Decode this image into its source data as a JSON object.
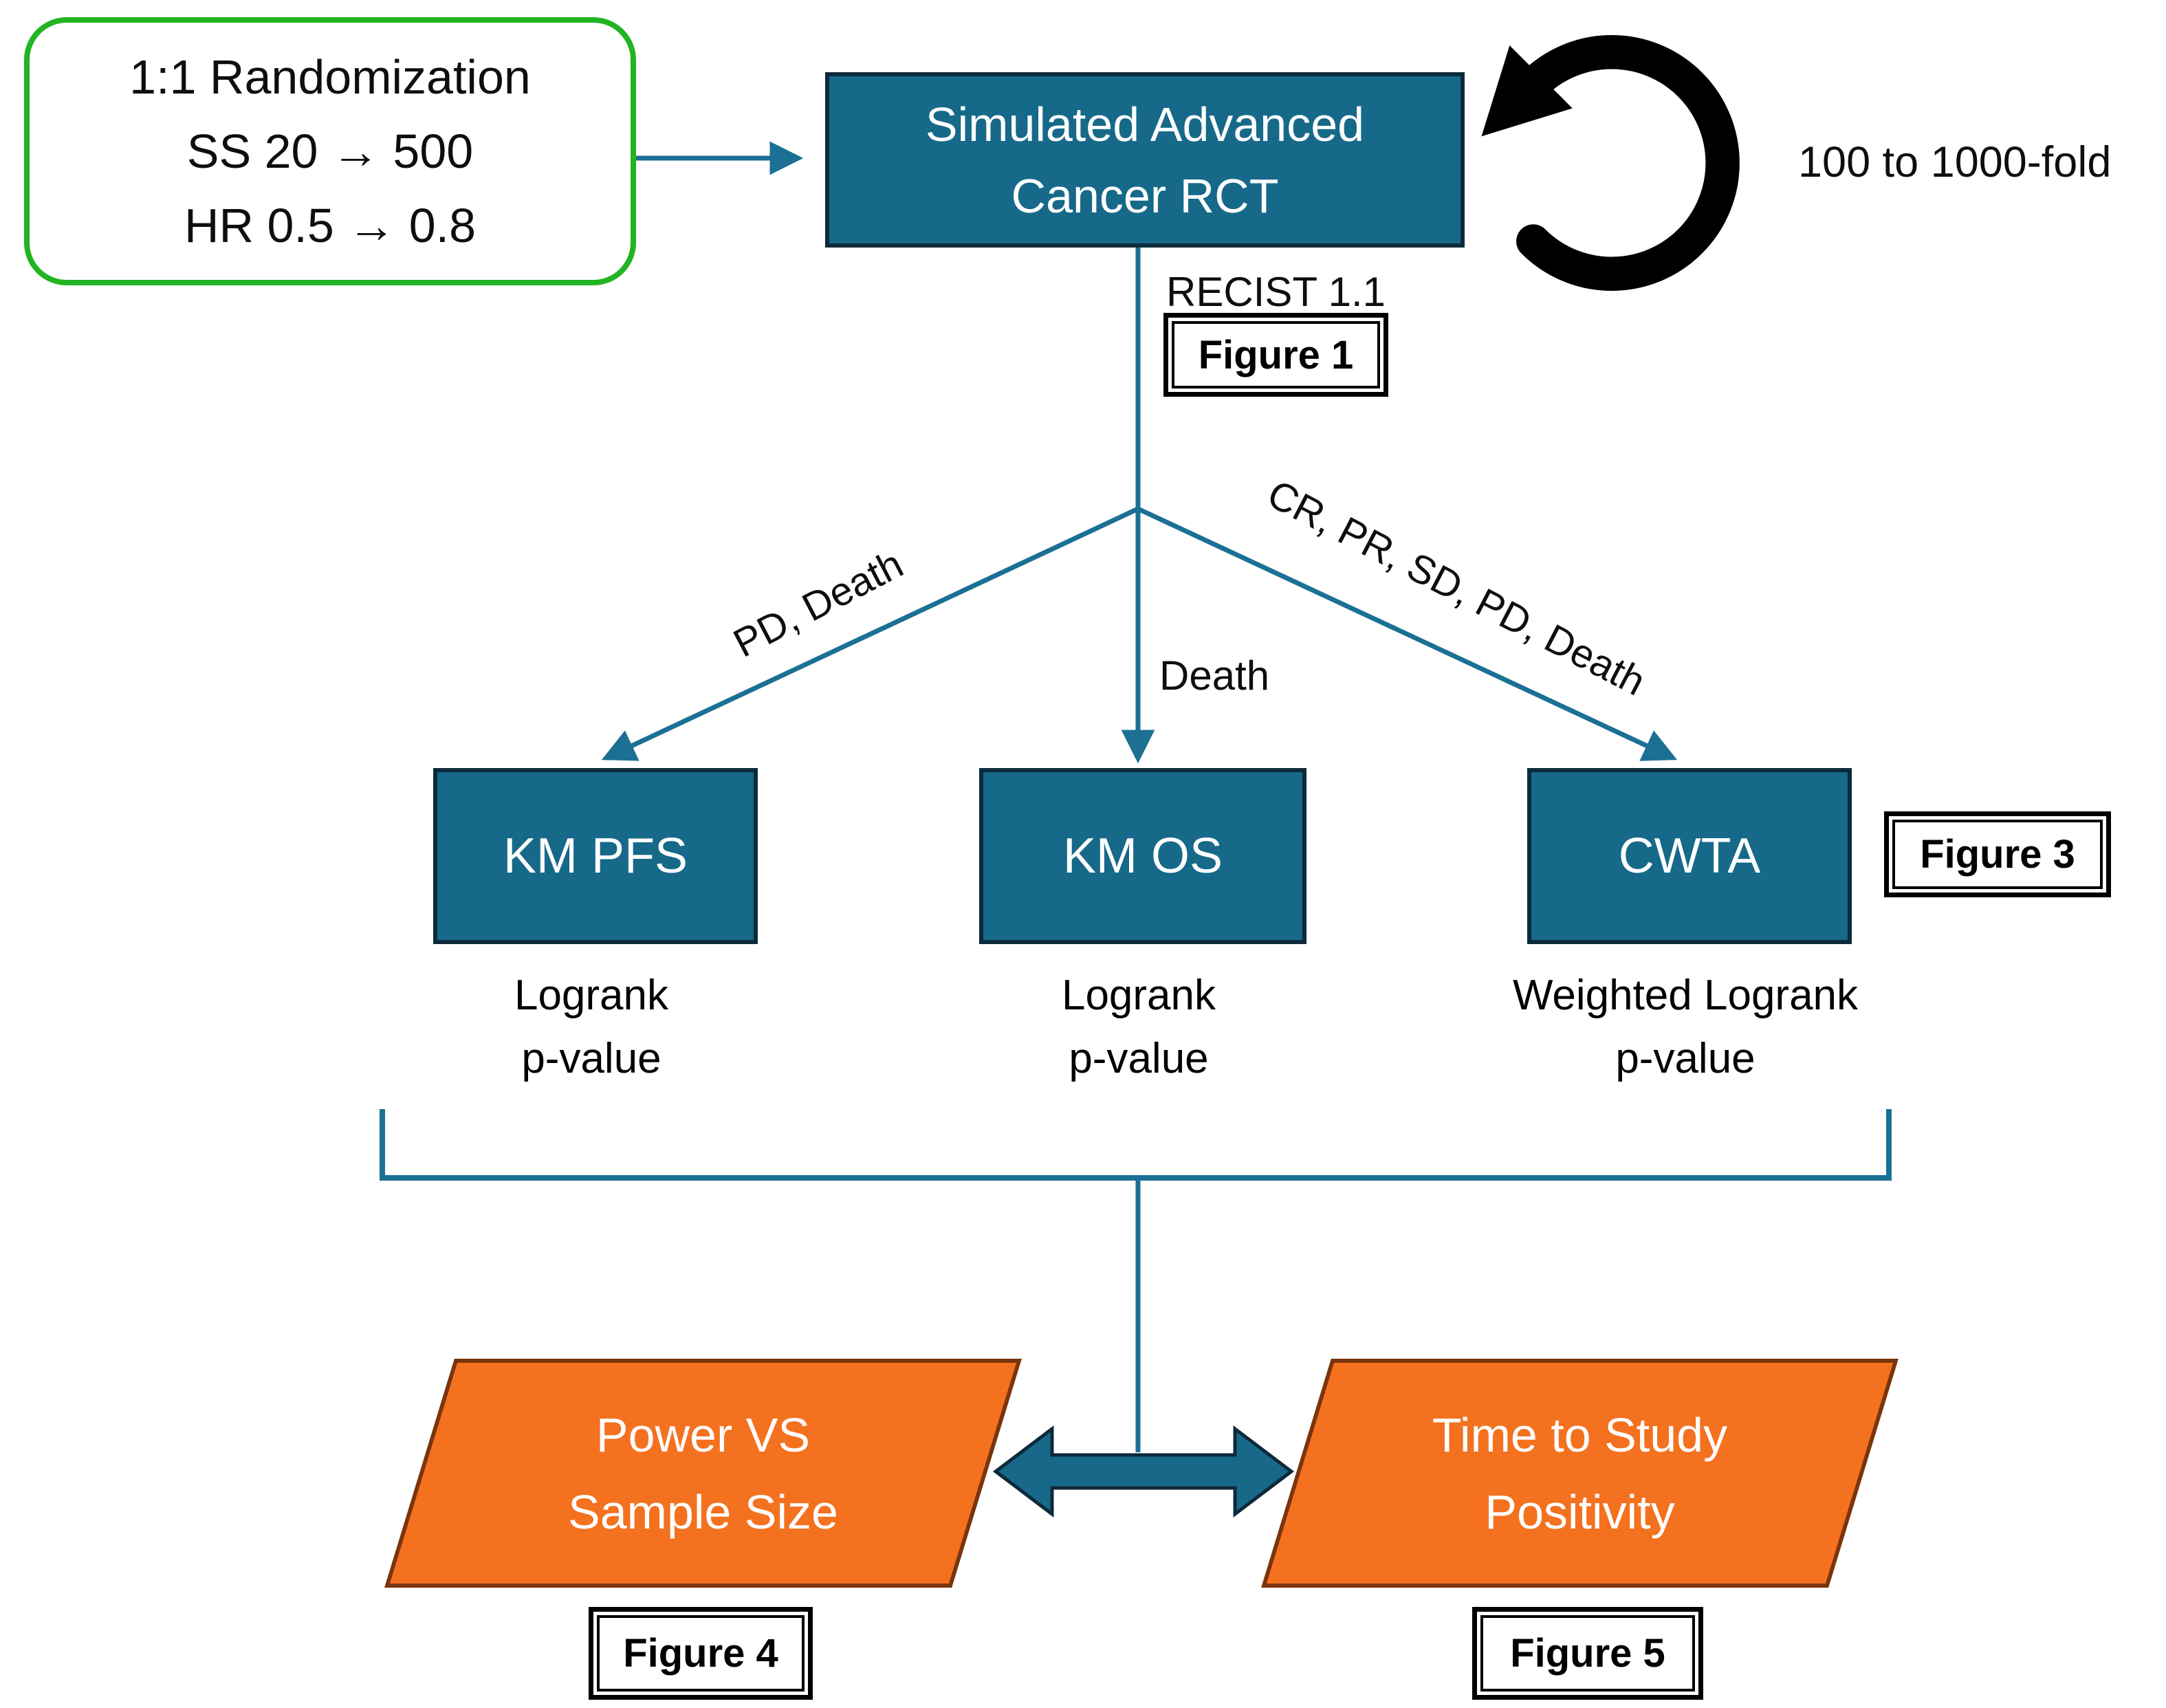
{
  "diagram": {
    "inputs_box": {
      "lines": [
        "1:1 Randomization",
        "SS 20 → 500",
        "HR 0.5 → 0.8"
      ]
    },
    "rct_box": {
      "line1": "Simulated Advanced",
      "line2": "Cancer RCT"
    },
    "loop": {
      "icon": "loop-arrow-icon",
      "label": "100 to 1000-fold"
    },
    "recist_label": "RECIST 1.1",
    "figure_tags": {
      "fig1": "Figure 1",
      "fig3": "Figure 3",
      "fig4": "Figure 4",
      "fig5": "Figure 5"
    },
    "branches": {
      "left_label": "PD, Death",
      "center_label": "Death",
      "right_label": "CR, PR, SD, PD, Death"
    },
    "endpoints": [
      {
        "box": "KM PFS",
        "stat_line1": "Logrank",
        "stat_line2": "p-value"
      },
      {
        "box": "KM OS",
        "stat_line1": "Logrank",
        "stat_line2": "p-value"
      },
      {
        "box": "CWTA",
        "stat_line1": "Weighted Logrank",
        "stat_line2": "p-value"
      }
    ],
    "outputs": {
      "left": {
        "line1": "Power VS",
        "line2": "Sample Size"
      },
      "right": {
        "line1": "Time to Study",
        "line2": "Positivity"
      }
    },
    "colors": {
      "teal_fill": "#166989",
      "teal_line": "#1B7094",
      "dark_border": "#0C2A3A",
      "green_border": "#22B422",
      "orange_fill": "#F4711F",
      "orange_border": "#7A350E"
    }
  }
}
